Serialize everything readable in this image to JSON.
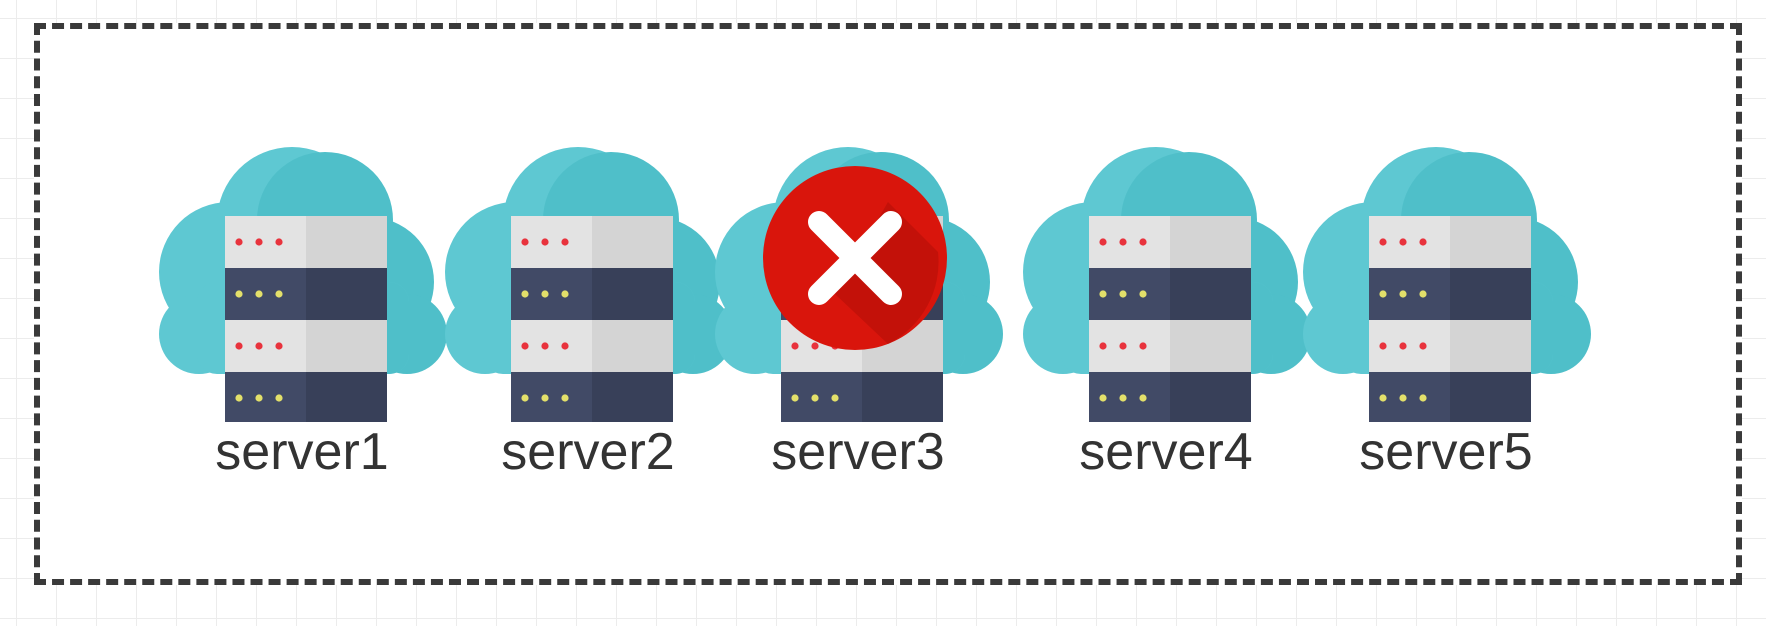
{
  "diagram": {
    "colors": {
      "cloud": "#5ec8d2",
      "cloud_shade": "#4fbfc9",
      "server_light": "#e3e3e3",
      "server_light_shade": "#d4d4d4",
      "server_dark": "#414a66",
      "server_dark_shade": "#384059",
      "led_red": "#e8333d",
      "led_yellow": "#e3e06a",
      "error_badge": "#d9150c",
      "error_badge_shade": "#b00f08",
      "frame_border": "#3a3a3a"
    },
    "nodes": [
      {
        "label": "server1",
        "icon": "cloud-server-icon",
        "status": "ok"
      },
      {
        "label": "server2",
        "icon": "cloud-server-icon",
        "status": "ok"
      },
      {
        "label": "server3",
        "icon": "cloud-server-icon",
        "status": "error",
        "status_icon": "error-x-icon"
      },
      {
        "label": "server4",
        "icon": "cloud-server-icon",
        "status": "ok"
      },
      {
        "label": "server5",
        "icon": "cloud-server-icon",
        "status": "ok"
      }
    ]
  }
}
